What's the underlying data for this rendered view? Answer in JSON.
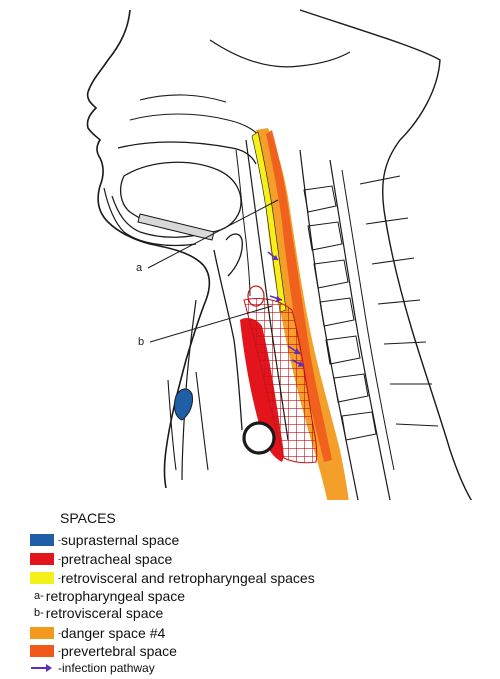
{
  "figure": {
    "callout_a": "a",
    "callout_b": "b"
  },
  "colors": {
    "suprasternal": "#1f5fa8",
    "pretracheal": "#e3141c",
    "retrovisceral_retropharyngeal": "#f5ef1a",
    "danger_space": "#f39a1e",
    "prevertebral": "#ef5a1c",
    "infection_arrow": "#5a2fc0",
    "outline": "#1a1a1a"
  },
  "legend": {
    "title": "SPACES",
    "items": [
      {
        "id": "suprasternal",
        "dash": "- ",
        "label": "suprasternal space"
      },
      {
        "id": "pretracheal",
        "dash": "- ",
        "label": "pretracheal space"
      },
      {
        "id": "retrovisceral",
        "dash": "- ",
        "label": "retrovisceral and retropharyngeal spaces"
      },
      {
        "id": "sub_a",
        "letter": "a-",
        "label": "retropharyngeal space"
      },
      {
        "id": "sub_b",
        "letter": "b-",
        "label": "retrovisceral space"
      },
      {
        "id": "danger",
        "dash": "- ",
        "label": "danger space #4"
      },
      {
        "id": "prevertebral",
        "dash": "- ",
        "label": "prevertebral space"
      },
      {
        "id": "infection",
        "dash": "- ",
        "label": "infection pathway"
      }
    ]
  }
}
